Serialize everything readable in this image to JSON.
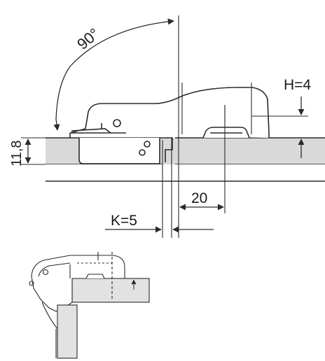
{
  "labels": {
    "angle": "90°",
    "overlay_height": "H=4",
    "thickness": "11,8",
    "bore_distance": "20",
    "gap": "K=5"
  },
  "colors": {
    "stroke": "#2a2a2a",
    "panel_fill": "#d9d9d9",
    "hinge_fill": "#ffffff"
  }
}
